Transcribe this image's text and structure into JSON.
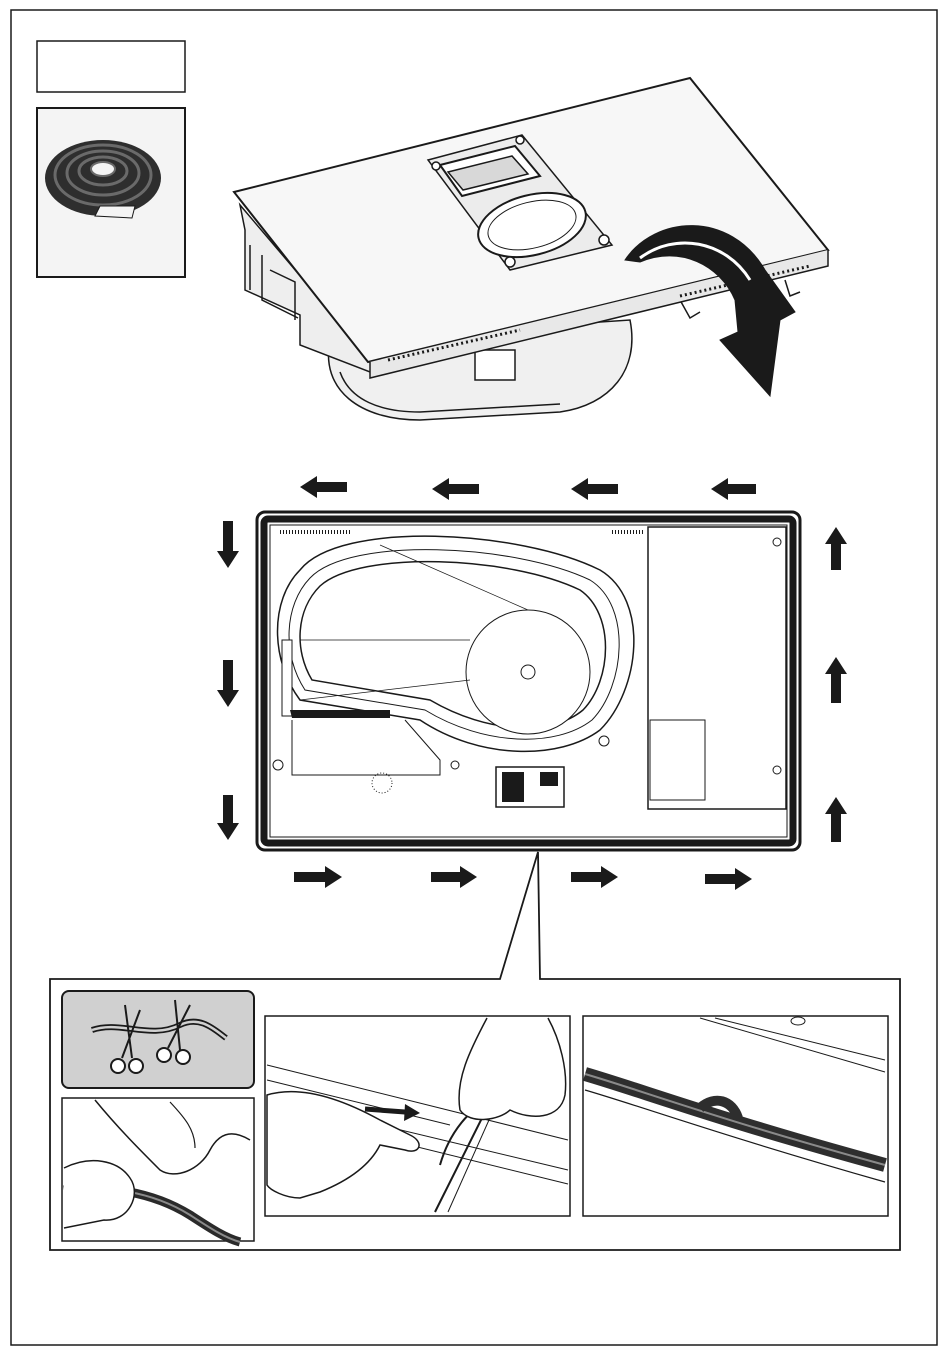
{
  "page": {
    "label_box_text": ""
  },
  "colors": {
    "ink": "#1a1a1a",
    "panel_fill": "#f4f4f4",
    "shaded": "#d0d0d0",
    "seal": "#3a3a3a",
    "background": "#ffffff"
  },
  "icons": {
    "seal_roll": "seal-roll-icon",
    "flip_arrow": "flip-arrow-icon",
    "direction_arrows": "direction-arrow-icon",
    "scissors": "scissors-icon"
  },
  "steps": [
    {
      "name": "apply-seal-tape",
      "description": ""
    },
    {
      "name": "flip-hob",
      "description": ""
    },
    {
      "name": "seal-around-perimeter",
      "description": ""
    },
    {
      "name": "cut-and-press-seal",
      "description": ""
    }
  ]
}
